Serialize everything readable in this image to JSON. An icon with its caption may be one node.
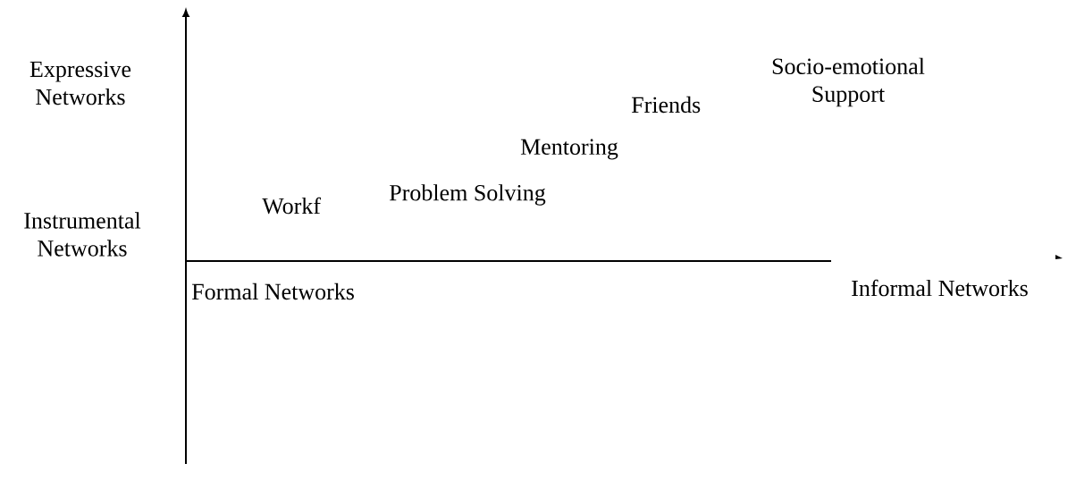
{
  "diagram": {
    "labels": [
      "Expressive Networks",
      "Socio-emotional Support",
      "Friends",
      "Mentoring",
      "Problem Solving",
      "Instrumental Networks",
      "Workf",
      "Formal Networks",
      "Informal Networks"
    ]
  }
}
